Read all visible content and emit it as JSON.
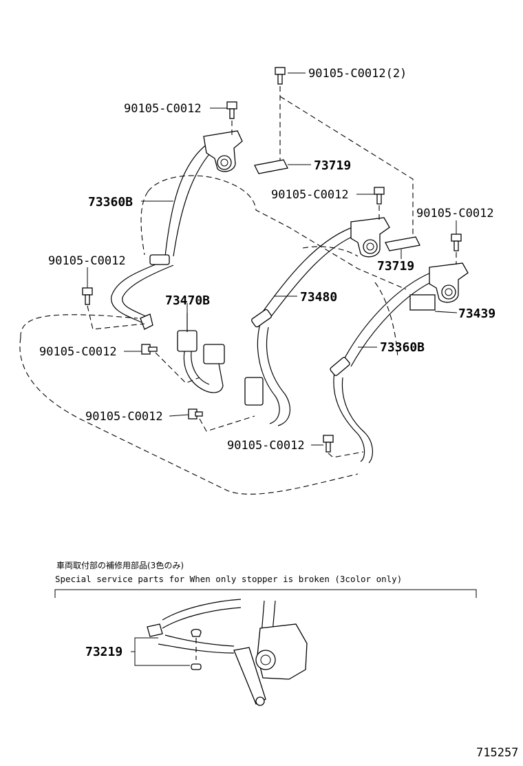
{
  "callouts": {
    "bolt_top_right_qty": "90105-C0012(2)",
    "bolt_left_top": "90105-C0012",
    "bolt_center_top": "90105-C0012",
    "bolt_right_top": "90105-C0012",
    "bolt_left_mid": "90105-C0012",
    "bolt_left_lower": "90105-C0012",
    "bolt_bottom_center": "90105-C0012",
    "bolt_bottom_right": "90105-C0012",
    "bracket_upper": "73719",
    "bracket_right": "73719",
    "belt_left": "73360B",
    "belt_right": "73360B",
    "buckle_left": "73470B",
    "belt_center": "73480",
    "cover_right": "73439",
    "stopper_kit": "73219"
  },
  "inset": {
    "japanese_note": "車両取付部の補修用部品(3色のみ)",
    "english_note": "Special  service  parts  for  When  only  stopper  is  broken  (3color  only)"
  },
  "illustration_number": "715257"
}
